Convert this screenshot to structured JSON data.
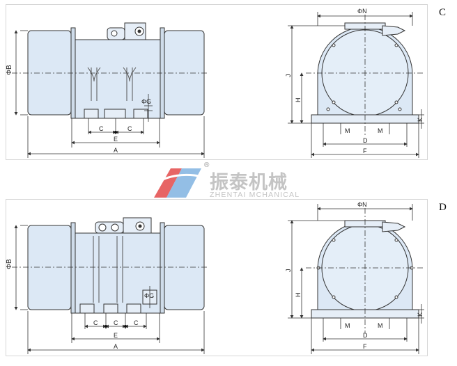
{
  "variants": [
    {
      "id": "C",
      "side": {
        "left_label": "ΦB",
        "shaft_label": "ΦG",
        "c_labels": [
          "C",
          "C"
        ],
        "e_label": "E",
        "a_label": "A"
      },
      "front": {
        "top_label": "ΦN",
        "j_label": "J",
        "h_label": "H",
        "k_label": "K",
        "m_labels": [
          "M",
          "M"
        ],
        "d_label": "D",
        "f_label": "F"
      }
    },
    {
      "id": "D",
      "side": {
        "left_label": "ΦB",
        "shaft_label": "ΦG",
        "c_labels": [
          "C",
          "C",
          "C"
        ],
        "e_label": "E",
        "a_label": "A"
      },
      "front": {
        "top_label": "ΦN",
        "j_label": "J",
        "h_label": "H",
        "k_label": "K",
        "m_labels": [
          "M",
          "M"
        ],
        "d_label": "D",
        "f_label": "F"
      }
    }
  ],
  "watermark": {
    "brand_cn": "振泰机械",
    "brand_en": "ZHENTAI MCHANICAL",
    "registered": "®"
  },
  "colors": {
    "body_fill": "#dce8f5",
    "line": "#333333",
    "logo_red": "#e34a4a",
    "logo_blue": "#6fa8dc"
  }
}
